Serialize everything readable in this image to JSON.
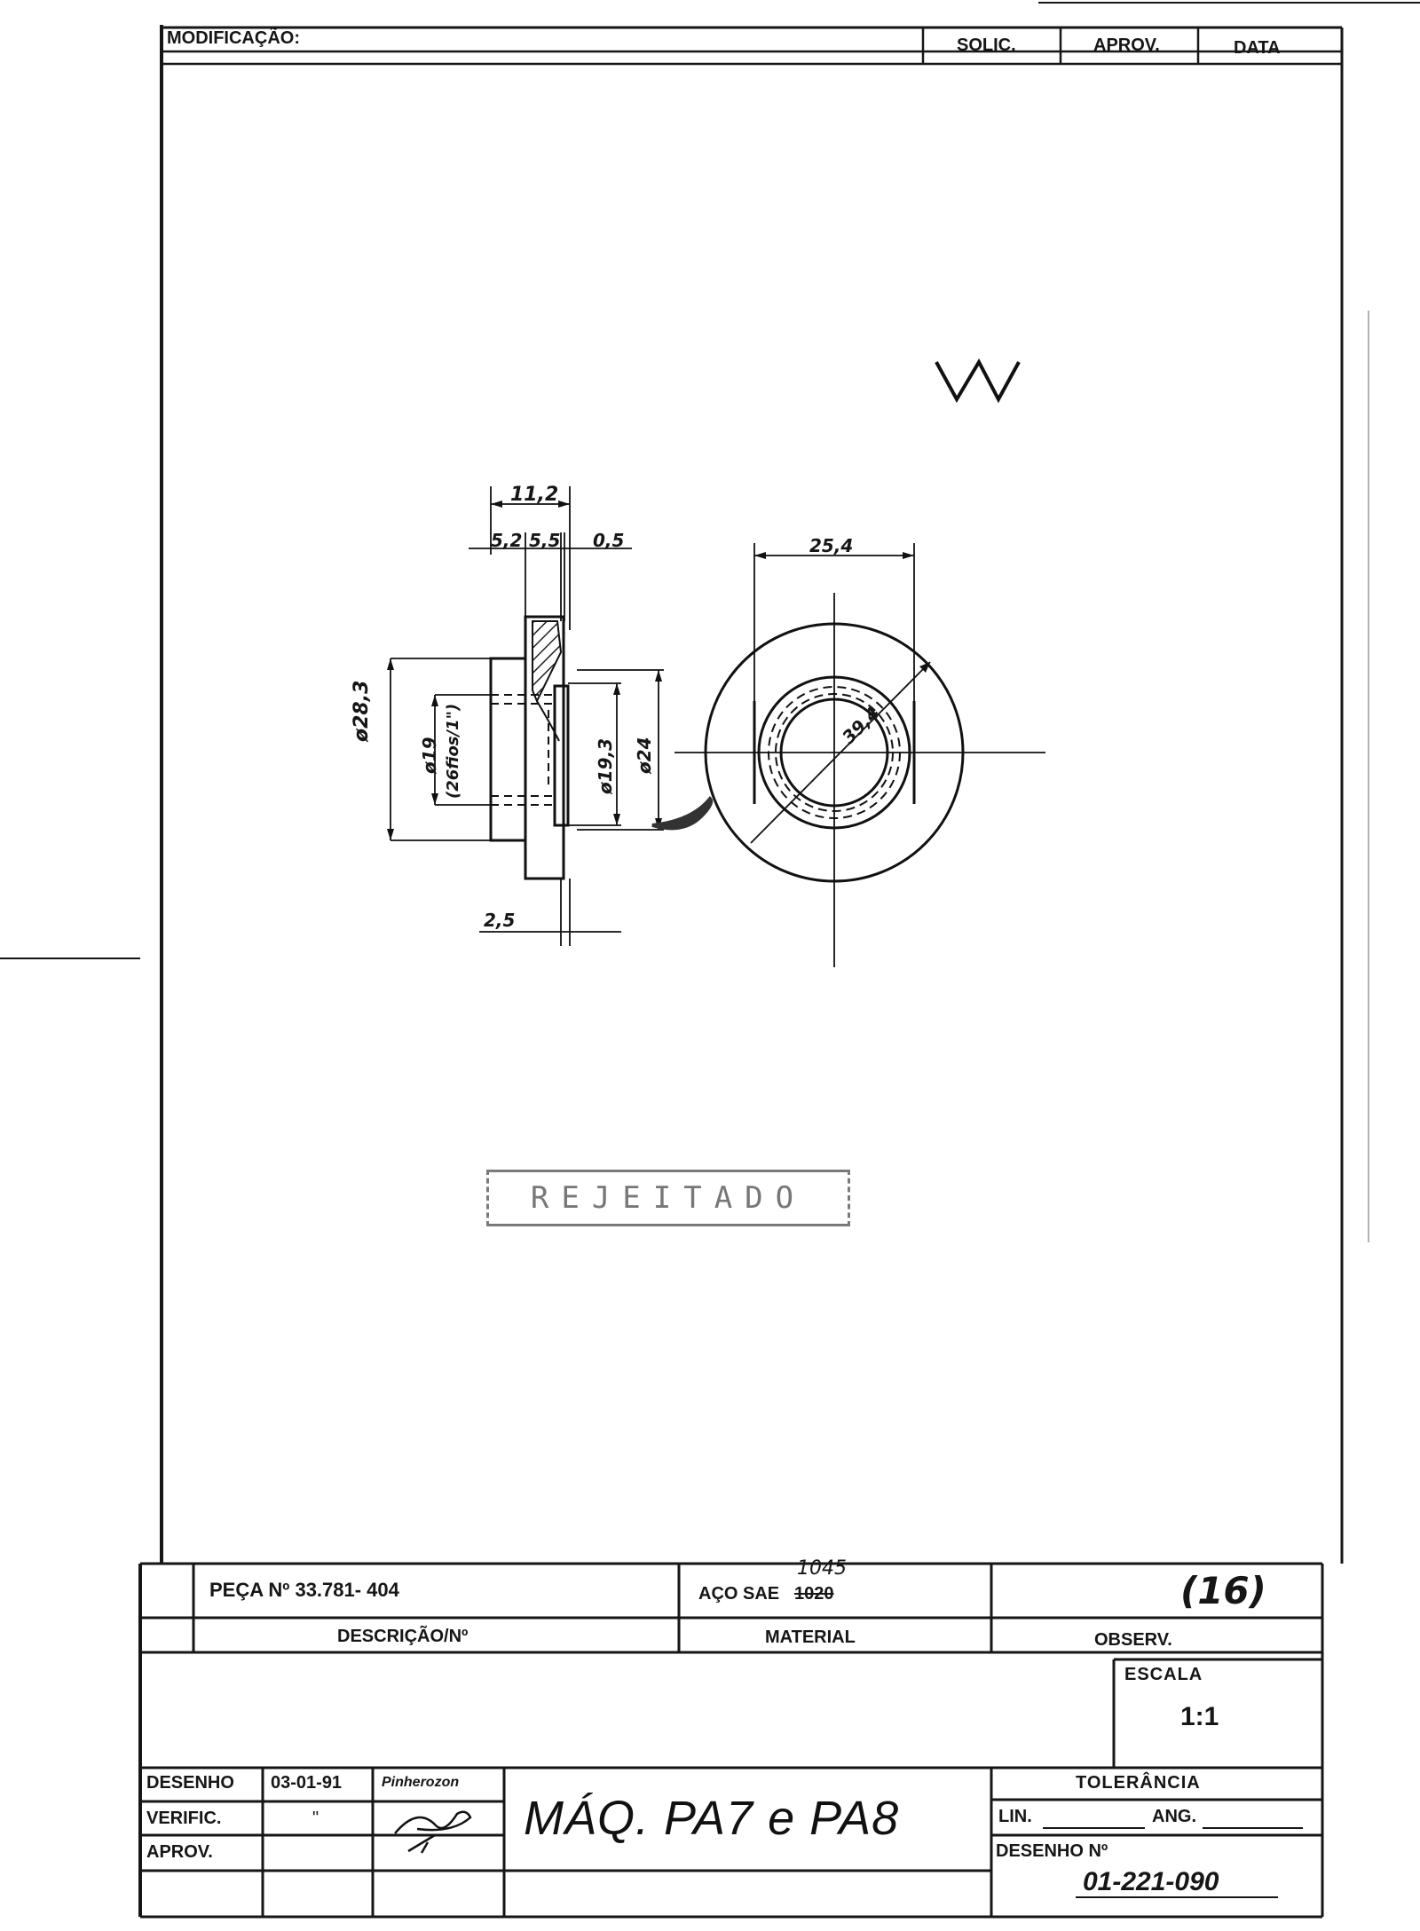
{
  "revision_block": {
    "modificacao": "MODIFICAÇÃO:",
    "solic": "SOLIC.",
    "aprov": "APROV.",
    "data": "DATA"
  },
  "drawing": {
    "dims": {
      "d_11_2": "11,2",
      "d_5_2": "5,2",
      "d_5_5": "5,5",
      "d_0_5": "0,5",
      "d_25_4": "25,4",
      "d_28_3": "ø28,3",
      "d_19": "ø19",
      "d_thread": "(26fios/1\")",
      "d_19_3": "ø19,3",
      "d_24": "ø24",
      "d_39_4": "39,4",
      "d_2_5": "2,5"
    },
    "stamp": "REJEITADO"
  },
  "title_block": {
    "peca": "PEÇA Nº 33.781- 404",
    "material_value": "AÇO SAE",
    "material_old": "1020",
    "material_new": "1045",
    "observ_value": "(16)",
    "descricao_header": "DESCRIÇÃO/Nº",
    "material_header": "MATERIAL",
    "observ_header": "OBSERV.",
    "escala_label": "ESCALA",
    "escala_value": "1:1",
    "desenho_label": "DESENHO",
    "desenho_date": "03-01-91",
    "desenho_name": "Pinherozon",
    "verific_label": "VERIFIC.",
    "verific_value": "\"",
    "aprov_label": "APROV.",
    "title": "MÁQ. PA7 e PA8",
    "tolerancia": "TOLERÂNCIA",
    "lin": "LIN.",
    "ang": "ANG.",
    "desenho_no_label": "DESENHO Nº",
    "desenho_no": "01-221-090"
  }
}
